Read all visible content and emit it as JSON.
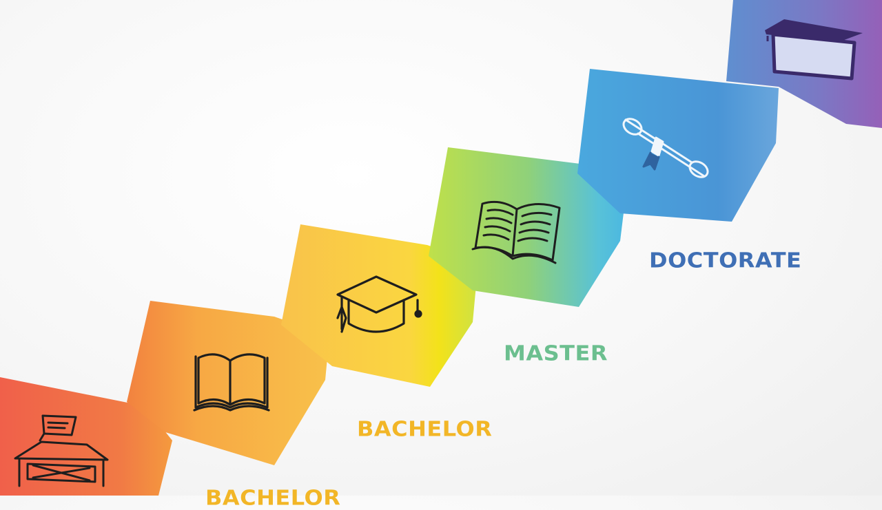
{
  "colors": {
    "background": "#f5f5f5",
    "label_bachelor": "#f2b627",
    "label_master": "#6cbf8f",
    "label_doctorate": "#3f6fb5",
    "icon_stroke": "#1e1e1e",
    "step_orange": "#f0694a",
    "step_yellow": "#f8d24a",
    "step_green": "#a7d84c",
    "step_blue": "#4a9edc",
    "step_purple": "#8e6dbb"
  },
  "steps": [
    {
      "id": "step-1",
      "icon": "school-desk-icon"
    },
    {
      "id": "step-2",
      "icon": "open-book-icon"
    },
    {
      "id": "step-3",
      "icon": "graduation-cap-icon"
    },
    {
      "id": "step-4",
      "icon": "open-book-pages-icon"
    },
    {
      "id": "step-5",
      "icon": "diploma-scroll-icon"
    },
    {
      "id": "step-6",
      "icon": "mortarboard-icon"
    }
  ],
  "labels": {
    "partial_bottom": "BACHELOR",
    "bachelor": "BACHELOR",
    "master": "MASTER",
    "doctorate": "DOCTORATE"
  }
}
